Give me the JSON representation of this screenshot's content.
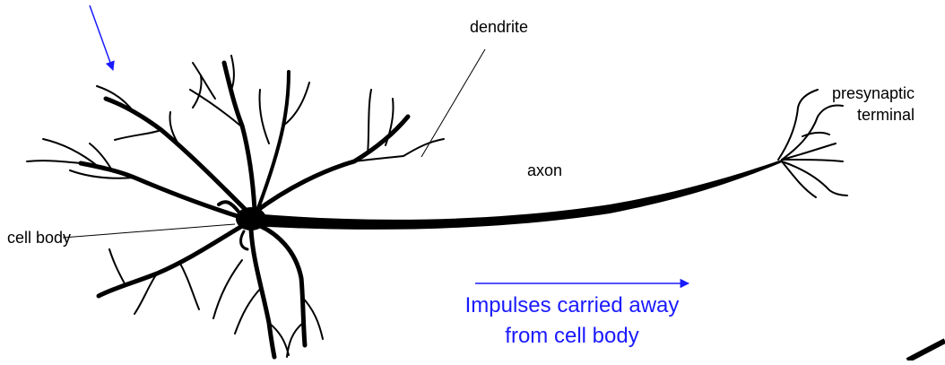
{
  "labels": {
    "dendrite": "dendrite",
    "presynaptic_line1": "presynaptic",
    "presynaptic_line2": "terminal",
    "axon": "axon",
    "cell_body": "cell body",
    "impulse_line1": "Impulses carried away",
    "impulse_line2": "from cell body"
  },
  "colors": {
    "neuron": "#000000",
    "arrow": "#1a1aff",
    "text_accent": "#1a1aff",
    "leader": "#000000"
  }
}
